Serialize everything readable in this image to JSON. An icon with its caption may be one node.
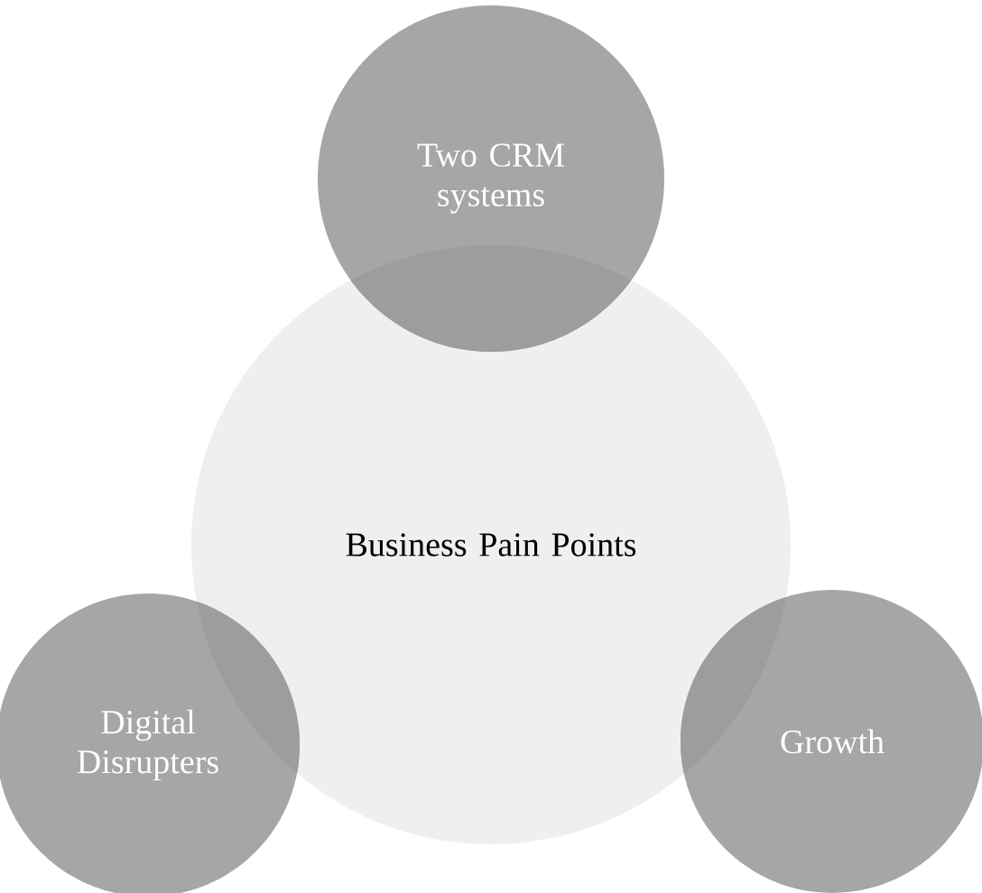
{
  "diagram": {
    "nodes": [
      {
        "text": [
          "Two CRM systems"
        ]
      },
      {
        "text": [
          "Business Pain Points"
        ]
      },
      {
        "text": [
          "Digital Disrupters"
        ]
      },
      {
        "text": [
          "Growth"
        ]
      }
    ]
  }
}
